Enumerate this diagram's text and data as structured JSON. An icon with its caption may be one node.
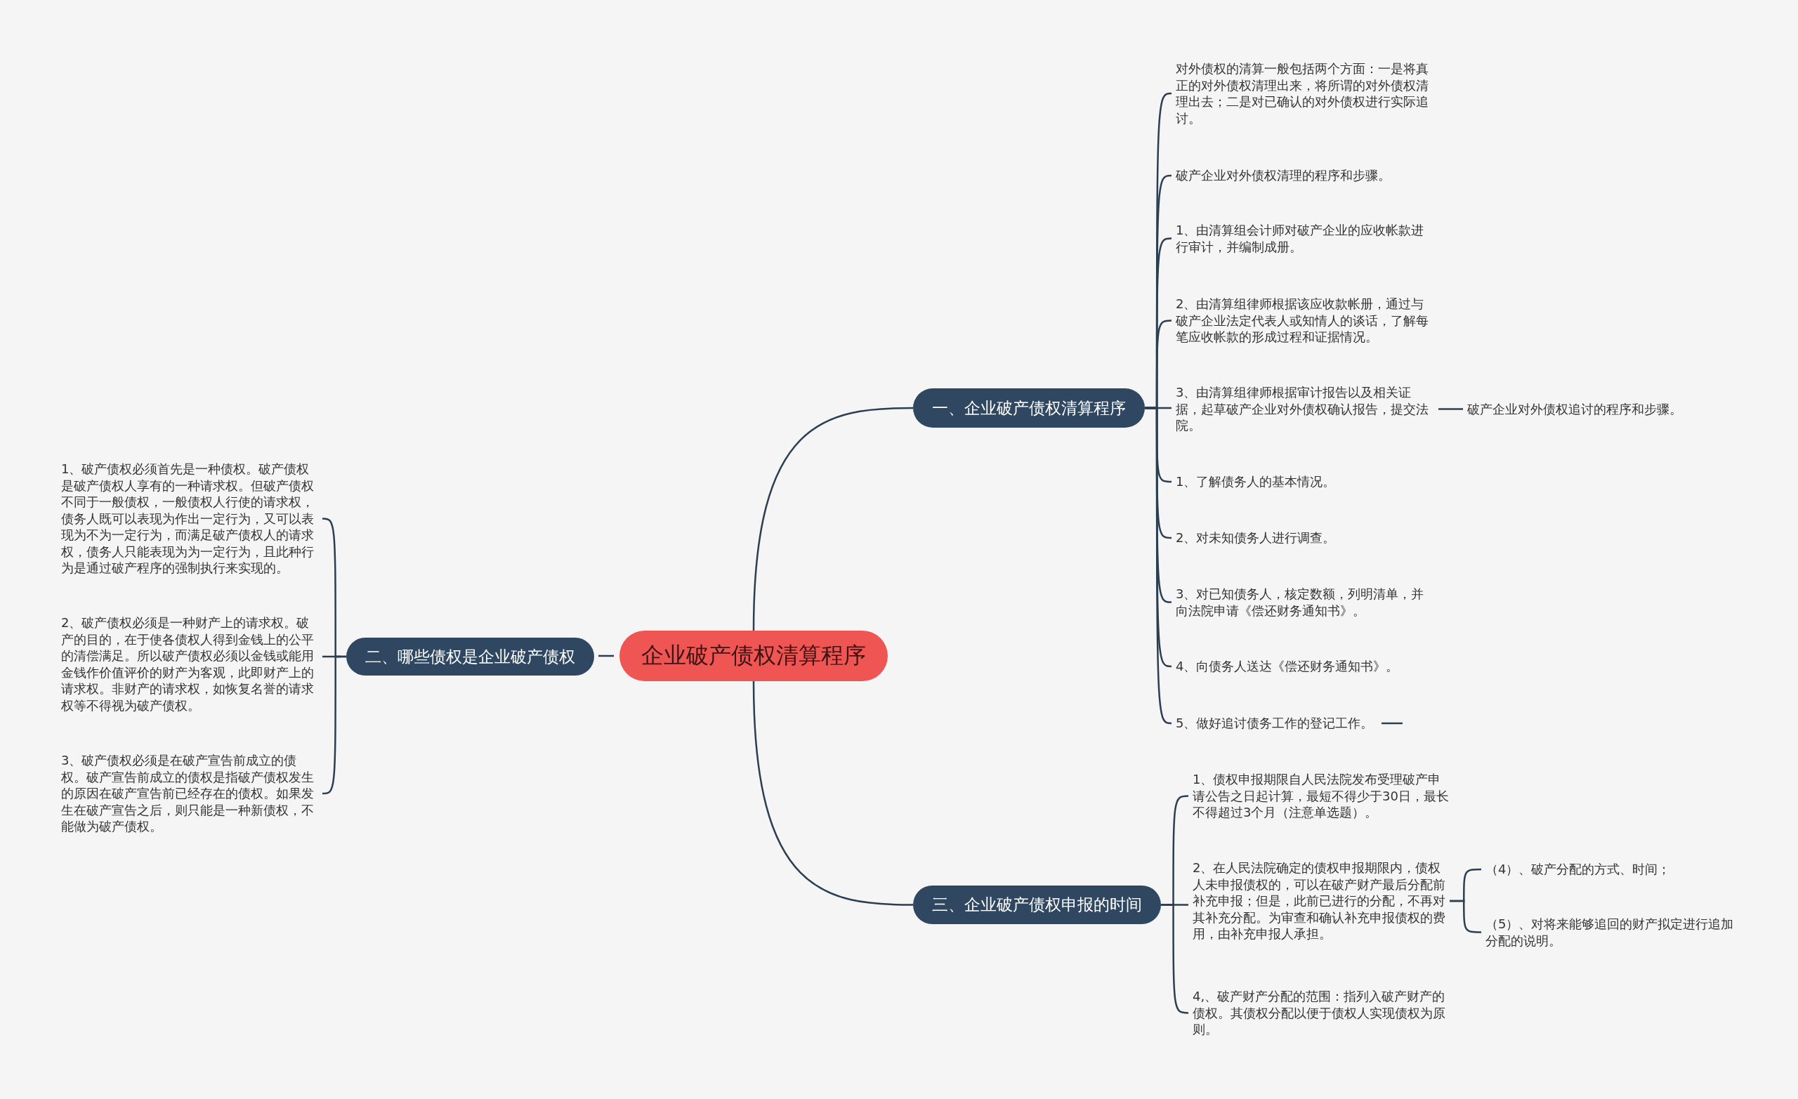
{
  "diagram": {
    "nodes": [
      {
        "text": [
          "企业破产债权清算程序"
        ]
      },
      {
        "text": [
          "一、企业破产债权清算程序"
        ]
      },
      {
        "text": [
          "对外债权的清算一般包括两个方面：一是将真正的对外债权清理出来，将所谓的对外债权清理出去；二是对已确认的对外债权进行实际追讨。"
        ]
      },
      {
        "text": [
          "破产企业对外债权清理的程序和步骤。"
        ]
      },
      {
        "text": [
          "1、由清算组会计师对破产企业的应收帐款进行审计，并编制成册。"
        ]
      },
      {
        "text": [
          "2、由清算组律师根据该应收款帐册，通过与破产企业法定代表人或知情人的谈话，了解每笔应收帐款的形成过程和证据情况。"
        ]
      },
      {
        "text": [
          "3、由清算组律师根据审计报告以及相关证据，起草破产企业对外债权确认报告，提交法院。"
        ]
      },
      {
        "text": [
          "破产企业对外债权追讨的程序和步骤。"
        ]
      },
      {
        "text": [
          "1、了解债务人的基本情况。"
        ]
      },
      {
        "text": [
          "2、对未知债务人进行调查。"
        ]
      },
      {
        "text": [
          "3、对已知债务人，核定数额，列明清单，并向法院申请《偿还财务通知书》。"
        ]
      },
      {
        "text": [
          "4、向债务人送达《偿还财务通知书》。"
        ]
      },
      {
        "text": [
          "5、做好追讨债务工作的登记工作。"
        ]
      },
      {
        "text": [
          "二、哪些债权是企业破产债权"
        ]
      },
      {
        "text": [
          "1、破产债权必须首先是一种债权。破产债权是破产债权人享有的一种请求权。但破产债权不同于一般债权，一般债权人行使的请求权，债务人既可以表现为作出一定行为，又可以表现为不为一定行为，而满足破产债权人的请求权，债务人只能表现为为一定行为，且此种行为是通过破产程序的强制执行来实现的。"
        ]
      },
      {
        "text": [
          "2、破产债权必须是一种财产上的请求权。破产的目的，在于使各债权人得到金钱上的公平的清偿满足。所以破产债权必须以金钱或能用金钱作价值评价的财产为客观，此即财产上的请求权。非财产的请求权，如恢复名誉的请求权等不得视为破产债权。"
        ]
      },
      {
        "text": [
          "3、破产债权必须是在破产宣告前成立的债权。破产宣告前成立的债权是指破产债权发生的原因在破产宣告前已经存在的债权。如果发生在破产宣告之后，则只能是一种新债权，不能做为破产债权。"
        ]
      },
      {
        "text": [
          "三、企业破产债权申报的时间"
        ]
      },
      {
        "text": [
          "1、债权申报期限自人民法院发布受理破产申请公告之日起计算，最短不得少于30日，最长不得超过3个月（注意单选题）。"
        ]
      },
      {
        "text": [
          "2、在人民法院确定的债权申报期限内，债权人未申报债权的，可以在破产财产最后分配前补充申报；但是，此前已进行的分配，不再对其补充分配。为审查和确认补充申报债权的费用，由补充申报人承担。"
        ]
      },
      {
        "text": [
          "（4）、破产分配的方式、时间；"
        ]
      },
      {
        "text": [
          "（5）、对将来能够追回的财产拟定进行追加分配的说明。"
        ]
      },
      {
        "text": [
          "4,、破产财产分配的范围：指列入破产财产的债权。其债权分配以便于债权人实现债权为原则。"
        ]
      }
    ],
    "edges": [
      {
        "from": 0,
        "to": 1,
        "arrow": "none"
      },
      {
        "from": 1,
        "to": 2,
        "arrow": "none"
      },
      {
        "from": 1,
        "to": 3,
        "arrow": "none"
      },
      {
        "from": 1,
        "to": 4,
        "arrow": "none"
      },
      {
        "from": 1,
        "to": 5,
        "arrow": "none"
      },
      {
        "from": 1,
        "to": 6,
        "arrow": "none"
      },
      {
        "from": 6,
        "to": 7,
        "arrow": "none"
      },
      {
        "from": 1,
        "to": 8,
        "arrow": "none"
      },
      {
        "from": 1,
        "to": 9,
        "arrow": "none"
      },
      {
        "from": 1,
        "to": 10,
        "arrow": "none"
      },
      {
        "from": 1,
        "to": 11,
        "arrow": "none"
      },
      {
        "from": 1,
        "to": 12,
        "arrow": "none"
      },
      {
        "from": 12,
        "to": null,
        "arrow": "none"
      },
      {
        "from": 0,
        "to": 13,
        "arrow": "none"
      },
      {
        "from": 13,
        "to": 14,
        "arrow": "none"
      },
      {
        "from": 13,
        "to": 15,
        "arrow": "none"
      },
      {
        "from": 13,
        "to": 16,
        "arrow": "none"
      },
      {
        "from": 0,
        "to": 17,
        "arrow": "none"
      },
      {
        "from": 17,
        "to": 18,
        "arrow": "none"
      },
      {
        "from": 17,
        "to": 19,
        "arrow": "none"
      },
      {
        "from": 19,
        "to": 20,
        "arrow": "none"
      },
      {
        "from": 19,
        "to": 21,
        "arrow": "none"
      },
      {
        "from": 17,
        "to": 22,
        "arrow": "none"
      }
    ]
  }
}
